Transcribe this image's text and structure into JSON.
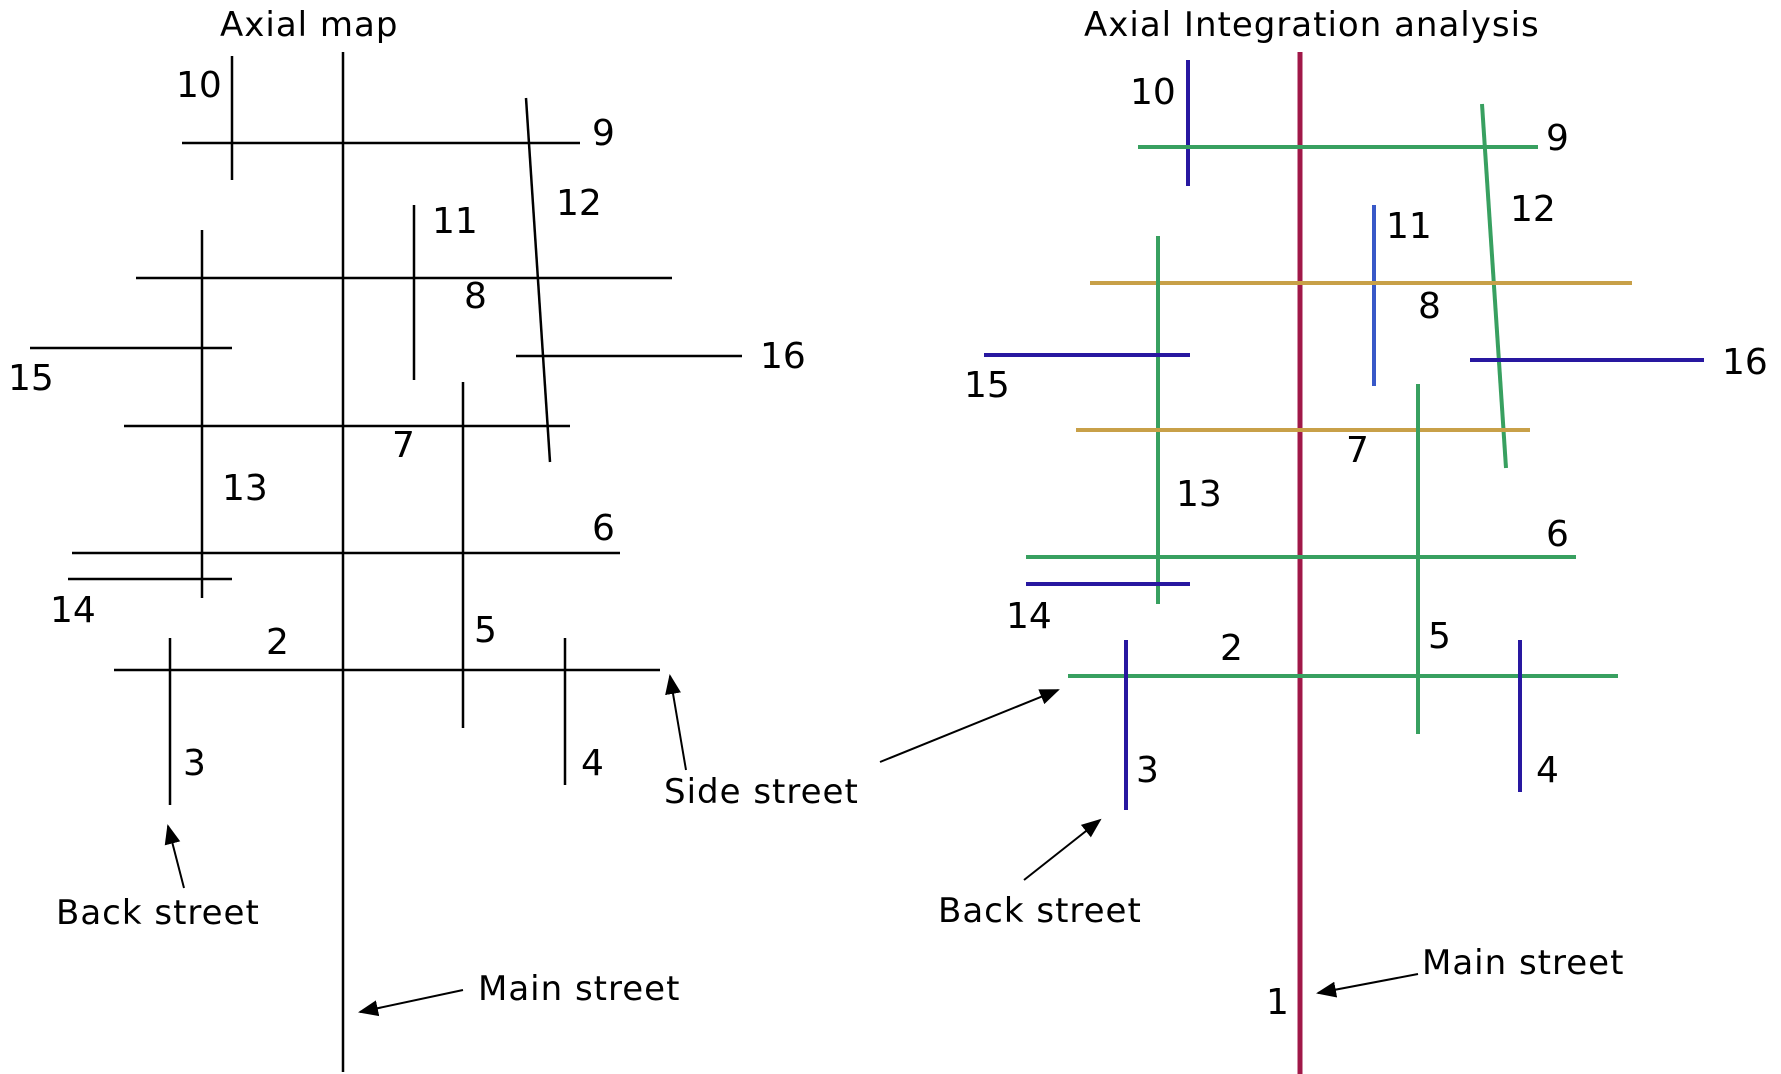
{
  "left_panel": {
    "title": "Axial map",
    "line_color": "#000000",
    "lines": [
      {
        "id": "2",
        "color": "#000000"
      },
      {
        "id": "3",
        "color": "#000000"
      },
      {
        "id": "4",
        "color": "#000000"
      },
      {
        "id": "5",
        "color": "#000000"
      },
      {
        "id": "6",
        "color": "#000000"
      },
      {
        "id": "7",
        "color": "#000000"
      },
      {
        "id": "8",
        "color": "#000000"
      },
      {
        "id": "9",
        "color": "#000000"
      },
      {
        "id": "10",
        "color": "#000000"
      },
      {
        "id": "11",
        "color": "#000000"
      },
      {
        "id": "12",
        "color": "#000000"
      },
      {
        "id": "13",
        "color": "#000000"
      },
      {
        "id": "14",
        "color": "#000000"
      },
      {
        "id": "15",
        "color": "#000000"
      },
      {
        "id": "16",
        "color": "#000000"
      },
      {
        "id": "main",
        "color": "#000000"
      }
    ],
    "labels": {
      "n2": "2",
      "n3": "3",
      "n4": "4",
      "n5": "5",
      "n6": "6",
      "n7": "7",
      "n8": "8",
      "n9": "9",
      "n10": "10",
      "n11": "11",
      "n12": "12",
      "n13": "13",
      "n14": "14",
      "n15": "15",
      "n16": "16"
    },
    "annotations": {
      "back_street": "Back street",
      "main_street": "Main street"
    }
  },
  "right_panel": {
    "title": "Axial Integration analysis",
    "colors": {
      "main": "#a01848",
      "high": "#c8a048",
      "medium": "#38a060",
      "low_mid": "#3858c8",
      "low": "#2818a0"
    },
    "labels": {
      "n1": "1",
      "n2": "2",
      "n3": "3",
      "n4": "4",
      "n5": "5",
      "n6": "6",
      "n7": "7",
      "n8": "8",
      "n9": "9",
      "n10": "10",
      "n11": "11",
      "n12": "12",
      "n13": "13",
      "n14": "14",
      "n15": "15",
      "n16": "16"
    },
    "annotations": {
      "back_street": "Back street",
      "main_street": "Main street"
    }
  },
  "shared_annotation": {
    "side_street": "Side street"
  }
}
